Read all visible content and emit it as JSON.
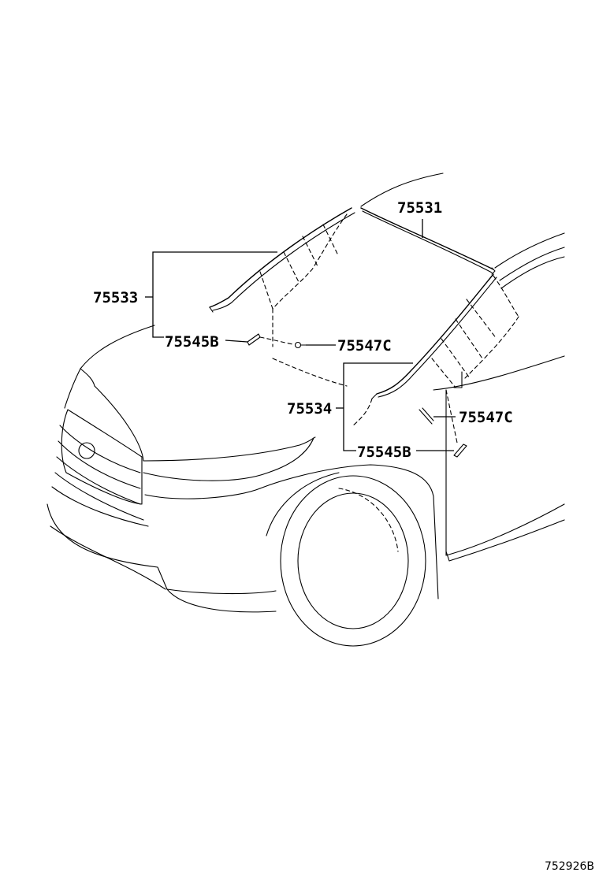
{
  "labels": {
    "p75531": "75531",
    "p75533": "75533",
    "p75545b_upper": "75545B",
    "p75547c_upper": "75547C",
    "p75534": "75534",
    "p75547c_lower": "75547C",
    "p75545b_lower": "75545B"
  },
  "diagram_code": "752926B"
}
